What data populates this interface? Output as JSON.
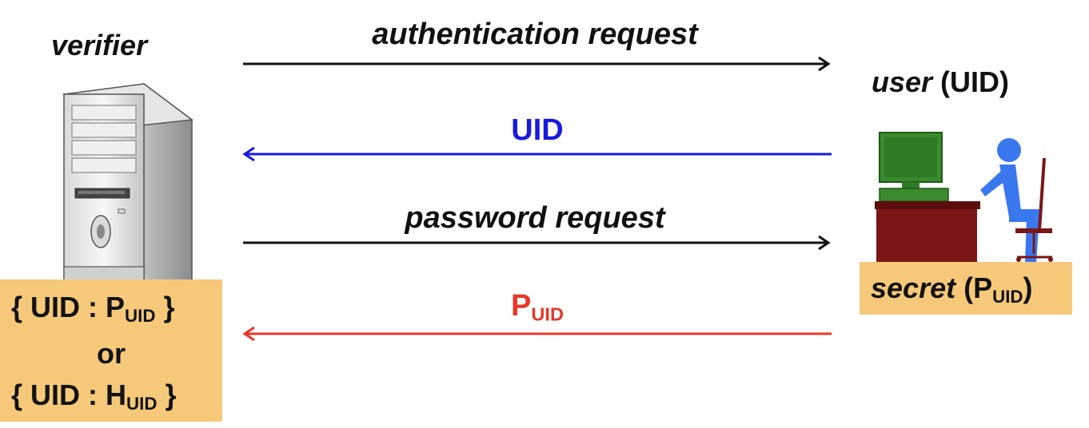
{
  "verifier": {
    "title": "verifier",
    "store": {
      "line1_prefix": "{ UID : P",
      "line1_sub": "UID",
      "line1_suffix": " }",
      "or": "or",
      "line3_prefix": "{ UID : H",
      "line3_sub": "UID",
      "line3_suffix": " }"
    }
  },
  "user": {
    "title_italic": "user",
    "title_rest": " (UID)",
    "secret": {
      "italic": "secret",
      "prefix": " (P",
      "sub": "UID",
      "suffix": ")"
    }
  },
  "messages": [
    {
      "label": "authentication request",
      "direction": "to-user",
      "color": "#111111"
    },
    {
      "label": "UID",
      "direction": "to-verifier",
      "color": "#1a1adf"
    },
    {
      "label": "password request",
      "direction": "to-user",
      "color": "#111111"
    },
    {
      "label_main": "P",
      "label_sub": "UID",
      "direction": "to-verifier",
      "color": "#e8372a"
    }
  ],
  "colors": {
    "box_fill": "#f6c97a",
    "blue_arrow": "#1a1adf",
    "red_arrow": "#e8372a",
    "monitor_green": "#3a8a2e",
    "desk_maroon": "#7a1616",
    "person_blue": "#3a78f0"
  }
}
